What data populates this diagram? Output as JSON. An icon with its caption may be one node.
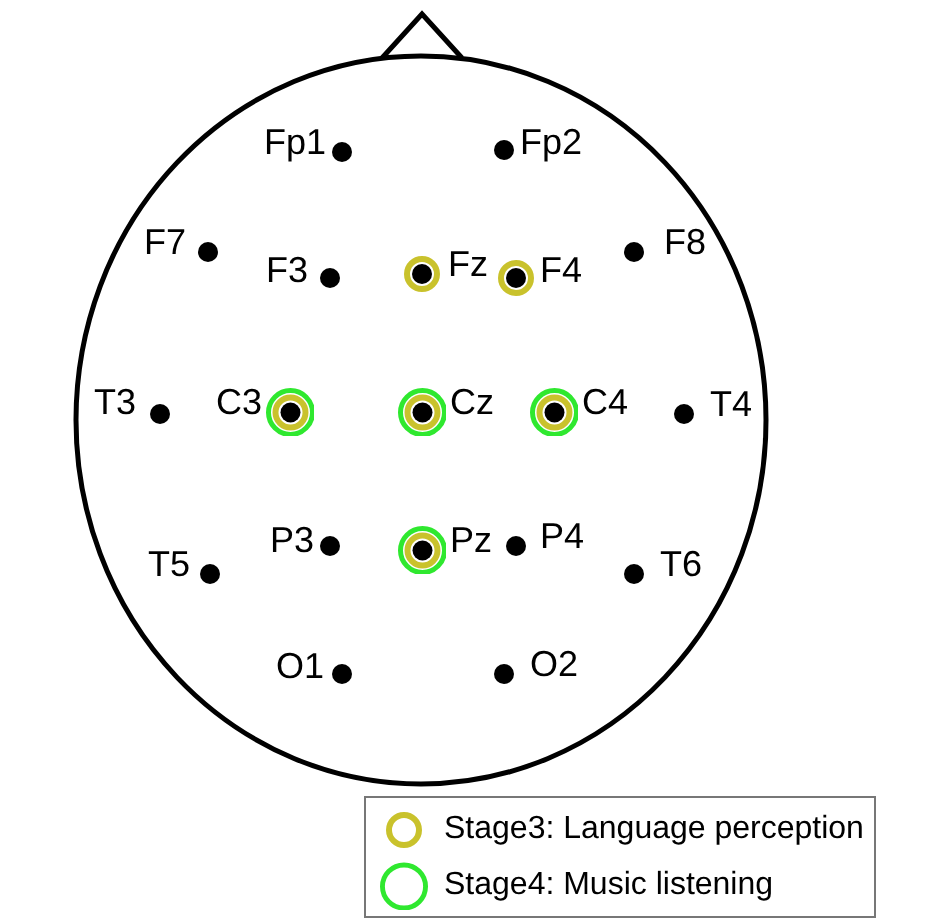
{
  "diagram": {
    "labels": [
      "Fp1",
      "Fp2",
      "F7",
      "F3",
      "Fz",
      "F4",
      "F8",
      "T3",
      "C3",
      "Cz",
      "C4",
      "T4",
      "T5",
      "P3",
      "Pz",
      "P4",
      "T6",
      "O1",
      "O2"
    ],
    "legend": [
      {
        "text": "Stage3: Language perception",
        "color": "#c9c22c"
      },
      {
        "text": "Stage4: Music listening",
        "color": "#2fe82f"
      }
    ]
  }
}
